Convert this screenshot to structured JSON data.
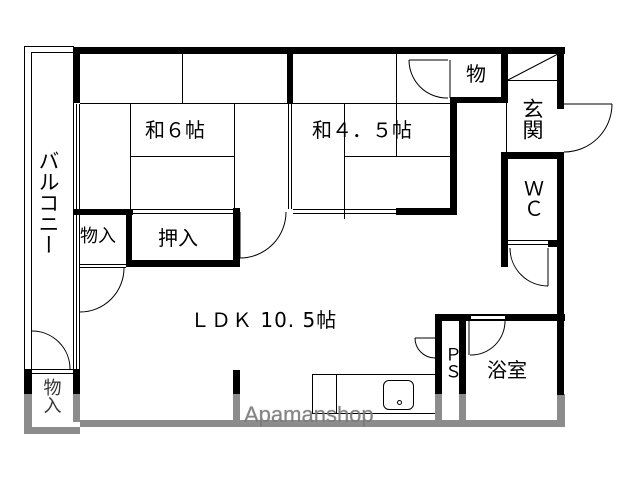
{
  "floor_plan": {
    "rooms": {
      "washitsu_6": "和６帖",
      "washitsu_45": "和４．５帖",
      "ldk": "ＬＤＫ 10. 5帖",
      "balcony": "バルコニー",
      "oshiire": "押入",
      "monoire_left": "物入",
      "monoire_top": "物",
      "genkan": "玄関",
      "wc": "ＷＣ",
      "ps": "ＰＳ",
      "bath": "浴室",
      "monoire_balcony": "物入"
    },
    "colors": {
      "wall": "#000000",
      "background": "#ffffff",
      "watermark": "#8c8c8c"
    },
    "watermark": "Apamanshop"
  }
}
